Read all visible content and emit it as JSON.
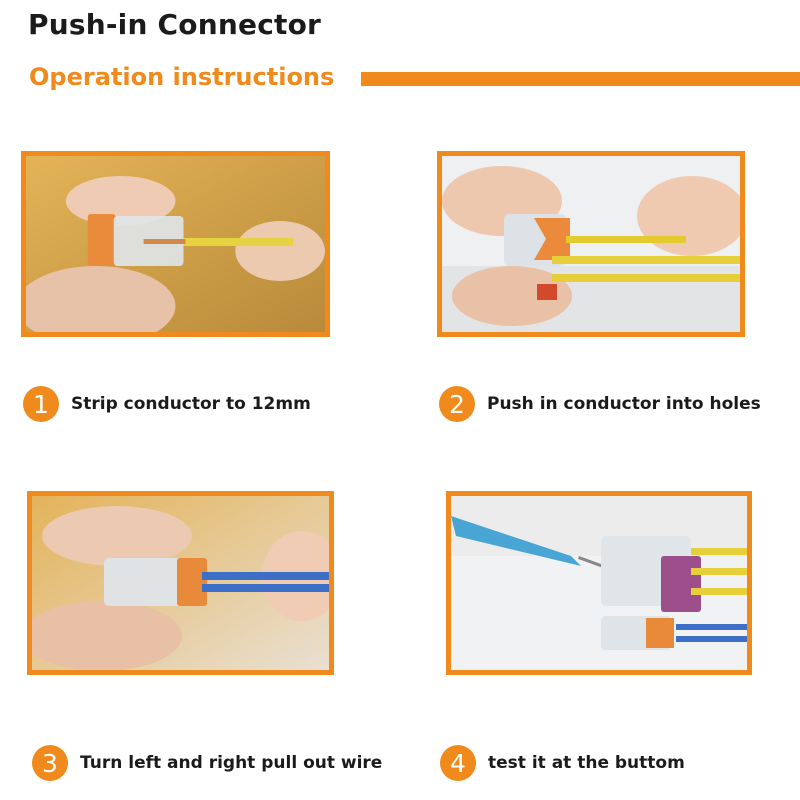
{
  "header": {
    "title": "Push-in Connector",
    "subtitle": "Operation instructions",
    "accent_color": "#f08a1c"
  },
  "steps": [
    {
      "number": "1",
      "label": "Strip conductor to 12mm"
    },
    {
      "number": "2",
      "label": "Push in conductor into holes"
    },
    {
      "number": "3",
      "label": "Turn left and right pull out wire"
    },
    {
      "number": "4",
      "label": "test it at the buttom"
    }
  ]
}
